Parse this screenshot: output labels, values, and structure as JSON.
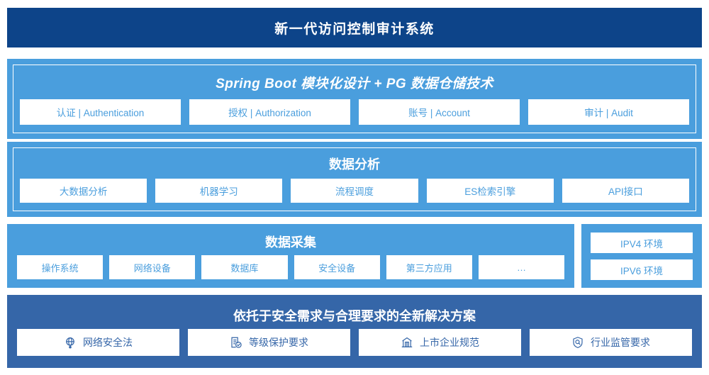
{
  "header": {
    "title": "新一代访问控制审计系统"
  },
  "colors": {
    "header_blue": "#0d4489",
    "light_blue": "#4a9edd",
    "medium_blue": "#3566a8",
    "box_white": "#ffffff"
  },
  "sections": {
    "architecture": {
      "heading": "Spring Boot 模块化设计 + PG 数据仓储技术",
      "items": [
        {
          "label": "认证 | Authentication"
        },
        {
          "label": "授权 | Authorization"
        },
        {
          "label": "账号 | Account"
        },
        {
          "label": "审计 | Audit"
        }
      ]
    },
    "analysis": {
      "heading": "数据分析",
      "items": [
        {
          "label": "大数据分析"
        },
        {
          "label": "机器学习"
        },
        {
          "label": "流程调度"
        },
        {
          "label": "ES检索引擎"
        },
        {
          "label": "API接口"
        }
      ]
    },
    "collection": {
      "heading": "数据采集",
      "items": [
        {
          "label": "操作系统"
        },
        {
          "label": "网络设备"
        },
        {
          "label": "数据库"
        },
        {
          "label": "安全设备"
        },
        {
          "label": "第三方应用"
        },
        {
          "label": "…"
        }
      ]
    },
    "environment": {
      "items": [
        {
          "label": "IPV4 环境"
        },
        {
          "label": "IPV6 环境"
        }
      ]
    },
    "solution": {
      "heading": "依托于安全需求与合理要求的全新解决方案",
      "items": [
        {
          "label": "网络安全法",
          "icon": "globe-network-icon"
        },
        {
          "label": "等级保护要求",
          "icon": "document-check-icon"
        },
        {
          "label": "上市企业规范",
          "icon": "bank-building-icon"
        },
        {
          "label": "行业监管要求",
          "icon": "shield-search-icon"
        }
      ]
    }
  }
}
